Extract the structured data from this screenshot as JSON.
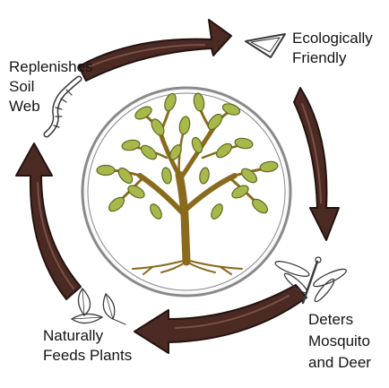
{
  "colors": {
    "arrow_fill": "#4a2a22",
    "arrow_stroke": "#241210",
    "arrow_highlight": "#7a5048",
    "circle_stroke": "#8a8a8a",
    "trunk": "#8a6a1c",
    "leaf": "#a9b84a",
    "sketch": "#3a3a3a"
  },
  "labels": {
    "ecologically": [
      "Ecologically",
      "Friendly"
    ],
    "deters": [
      "Deters",
      "Mosquito",
      "and Deer"
    ],
    "feeds": [
      "Naturally",
      "Feeds Plants"
    ],
    "replenishes": [
      "Replenishes",
      "Soil",
      "Web"
    ]
  },
  "icons": {
    "center": "tree-icon",
    "ecologically": "triangle-leaf-icon",
    "deters": "dragonfly-icon",
    "feeds": "leaves-icon",
    "replenishes": "worm-icon"
  }
}
